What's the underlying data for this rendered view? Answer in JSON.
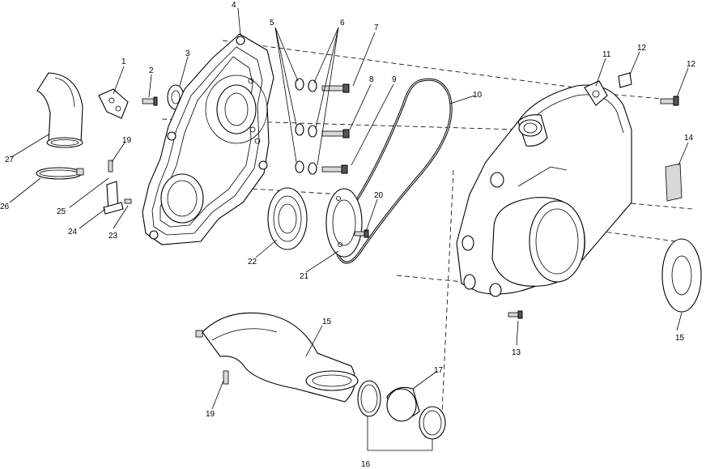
{
  "callouts": [
    {
      "id": "c1",
      "text": "1"
    },
    {
      "id": "c2",
      "text": "2"
    },
    {
      "id": "c3",
      "text": "3"
    },
    {
      "id": "c4",
      "text": "4"
    },
    {
      "id": "c5",
      "text": "5"
    },
    {
      "id": "c6",
      "text": "6"
    },
    {
      "id": "c7",
      "text": "7"
    },
    {
      "id": "c8",
      "text": "8"
    },
    {
      "id": "c9",
      "text": "9"
    },
    {
      "id": "c10",
      "text": "10"
    },
    {
      "id": "c11",
      "text": "11"
    },
    {
      "id": "c12a",
      "text": "12"
    },
    {
      "id": "c12b",
      "text": "12"
    },
    {
      "id": "c13",
      "text": "13"
    },
    {
      "id": "c14",
      "text": "14"
    },
    {
      "id": "c15a",
      "text": "15"
    },
    {
      "id": "c15b",
      "text": "15"
    },
    {
      "id": "c16",
      "text": "16"
    },
    {
      "id": "c17",
      "text": "17"
    },
    {
      "id": "c19a",
      "text": "19"
    },
    {
      "id": "c19b",
      "text": "19"
    },
    {
      "id": "c20",
      "text": "20"
    },
    {
      "id": "c21",
      "text": "21"
    },
    {
      "id": "c22",
      "text": "22"
    },
    {
      "id": "c23",
      "text": "23"
    },
    {
      "id": "c24",
      "text": "24"
    },
    {
      "id": "c25",
      "text": "25"
    },
    {
      "id": "c26",
      "text": "26"
    },
    {
      "id": "c27",
      "text": "27"
    }
  ]
}
